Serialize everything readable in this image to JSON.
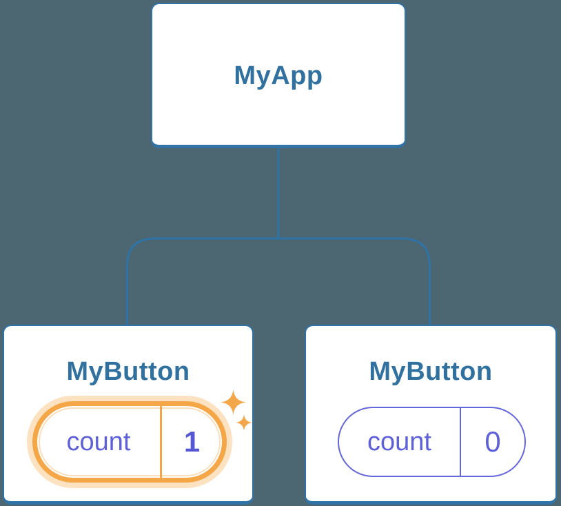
{
  "diagram": {
    "root": {
      "label": "MyApp"
    },
    "children": [
      {
        "label": "MyButton",
        "state": {
          "key": "count",
          "value": "1"
        },
        "highlighted": true
      },
      {
        "label": "MyButton",
        "state": {
          "key": "count",
          "value": "0"
        },
        "highlighted": false
      }
    ]
  },
  "colors": {
    "background": "#4C6772",
    "card_border": "#3173A7",
    "title_text": "#30719F",
    "connector": "#2F73A6",
    "state_border": "#6366DC",
    "state_text": "#5D60D9",
    "highlight": "#F5A747",
    "highlight_glow": "rgba(245,166,60,0.32)",
    "sparkle": "#F3A64A"
  }
}
